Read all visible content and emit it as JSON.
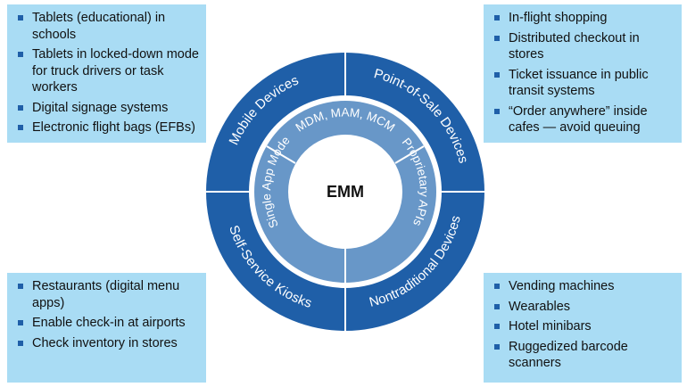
{
  "center_label": "EMM",
  "outer_ring": {
    "top_left": "Mobile Devices",
    "top_right": "Point-of-Sale Devices",
    "bottom_left": "Self-Service Kiosks",
    "bottom_right": "Nontraditional Devices"
  },
  "inner_ring": {
    "top": "MDM, MAM, MCM",
    "left": "Single App Mode",
    "right": "Proprietary APIs"
  },
  "boxes": {
    "top_left": [
      "Tablets (educational) in schools",
      "Tablets in locked-down mode for truck drivers or task workers",
      "Digital signage systems",
      "Electronic flight bags (EFBs)"
    ],
    "top_right": [
      "In-flight shopping",
      "Distributed checkout in stores",
      "Ticket issuance in public transit systems",
      "“Order anywhere” inside cafes — avoid queuing"
    ],
    "bottom_left": [
      "Restaurants (digital menu apps)",
      "Enable check-in at airports",
      "Check inventory in stores"
    ],
    "bottom_right": [
      "Vending machines",
      "Wearables",
      "Hotel minibars",
      "Ruggedized barcode scanners"
    ]
  },
  "colors": {
    "outer_ring": "#1f5fa8",
    "inner_ring": "#6897c8",
    "box_fill": "#a9dcf4",
    "bullet": "#1f5fa8"
  }
}
